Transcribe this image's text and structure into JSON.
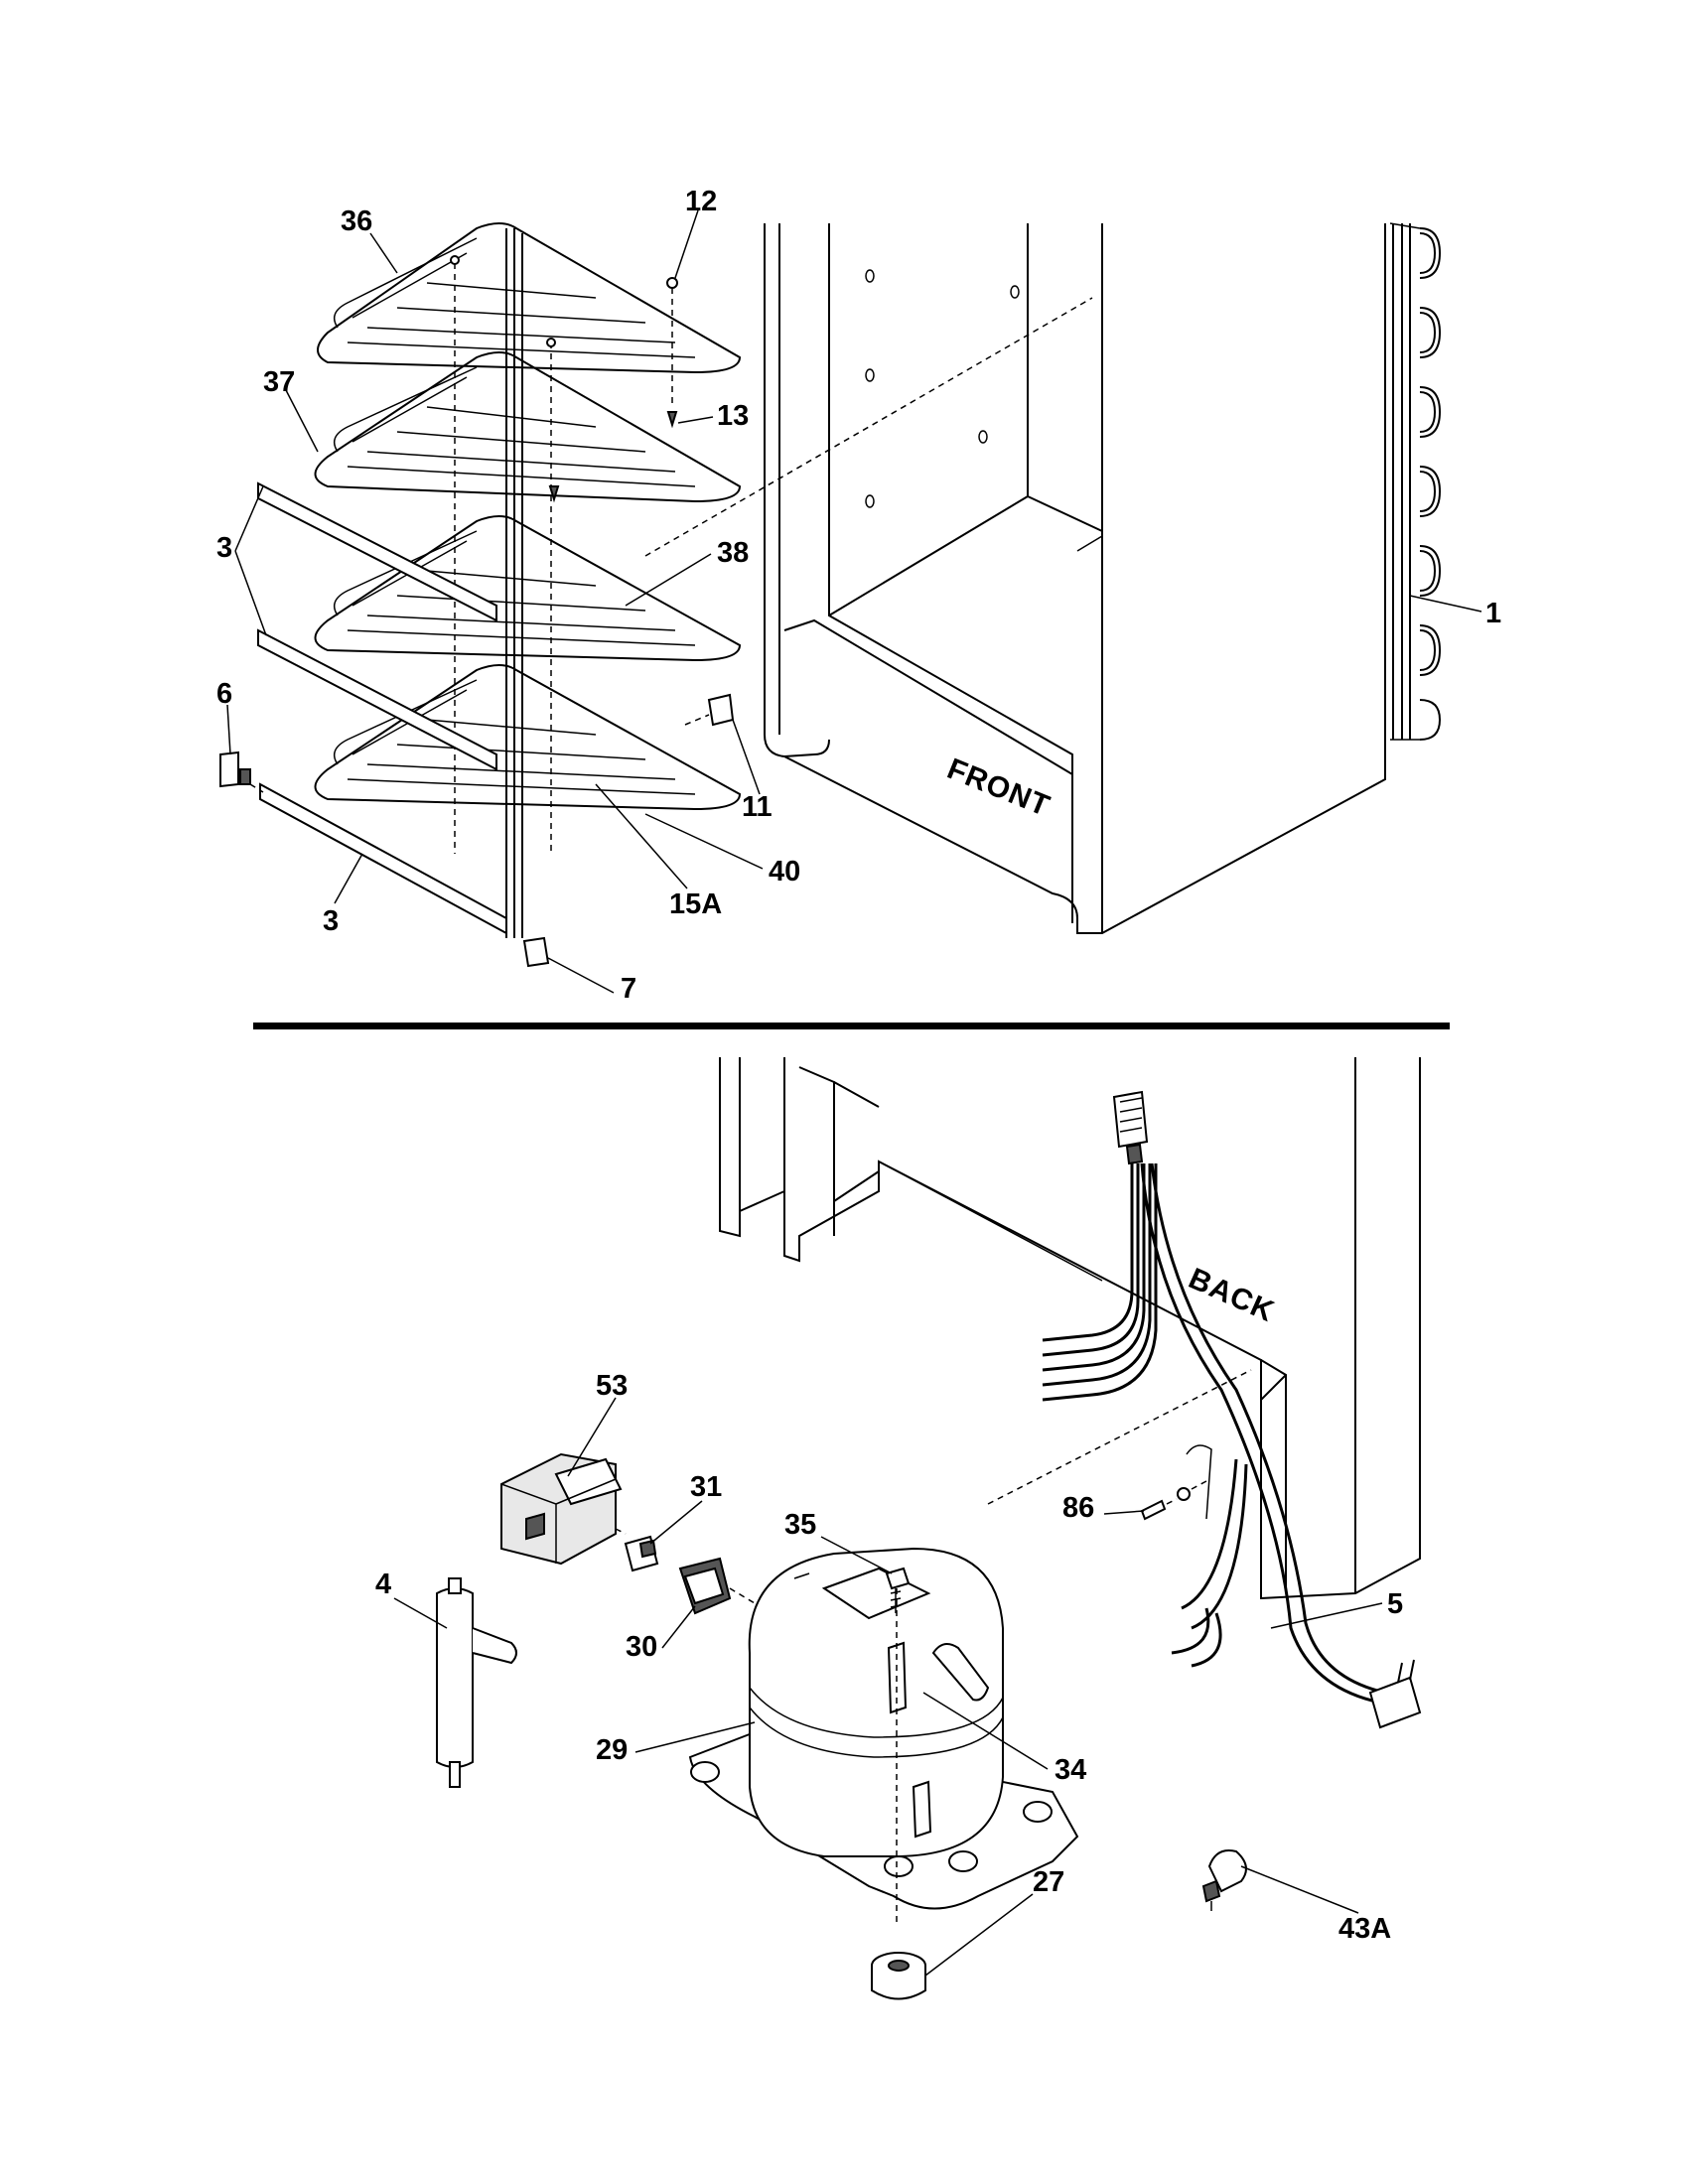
{
  "upper_view": {
    "cabinet_label": "FRONT",
    "callouts": {
      "c36": "36",
      "c12": "12",
      "c37": "37",
      "c13": "13",
      "c3a": "3",
      "c38": "38",
      "c1": "1",
      "c6": "6",
      "c11": "11",
      "c40": "40",
      "c15a": "15A",
      "c3b": "3",
      "c7": "7"
    }
  },
  "lower_view": {
    "cabinet_label": "BACK",
    "callouts": {
      "c53": "53",
      "c31": "31",
      "c35": "35",
      "c86": "86",
      "c4": "4",
      "c30": "30",
      "c5": "5",
      "c29": "29",
      "c34": "34",
      "c27": "27",
      "c43a": "43A"
    }
  },
  "colors": {
    "line": "#000000",
    "background": "#ffffff"
  }
}
